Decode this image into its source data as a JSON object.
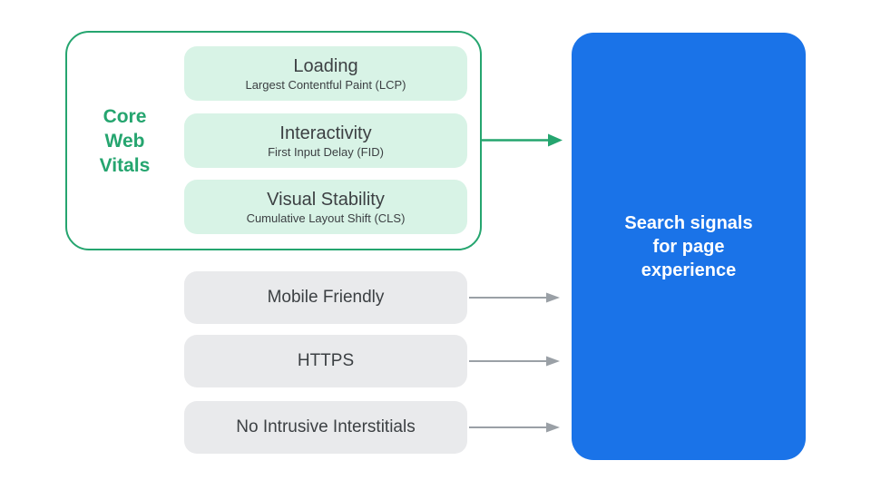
{
  "diagram": {
    "core_web_vitals": {
      "label": "Core\nWeb\nVitals",
      "items": [
        {
          "title": "Loading",
          "subtitle": "Largest Contentful Paint (LCP)"
        },
        {
          "title": "Interactivity",
          "subtitle": "First Input Delay (FID)"
        },
        {
          "title": "Visual Stability",
          "subtitle": "Cumulative Layout Shift (CLS)"
        }
      ]
    },
    "other_signals": [
      {
        "label": "Mobile Friendly"
      },
      {
        "label": "HTTPS"
      },
      {
        "label": "No Intrusive Interstitials"
      }
    ],
    "result": {
      "label": "Search signals\nfor page\nexperience"
    },
    "colors": {
      "green_accent": "#25a56f",
      "mint_fill": "#d8f3e6",
      "blue_panel": "#1a73e8",
      "gray_fill": "#e9eaec",
      "gray_arrow": "#9aa0a6",
      "dark_text": "#3c4043",
      "white_text": "#ffffff"
    }
  }
}
